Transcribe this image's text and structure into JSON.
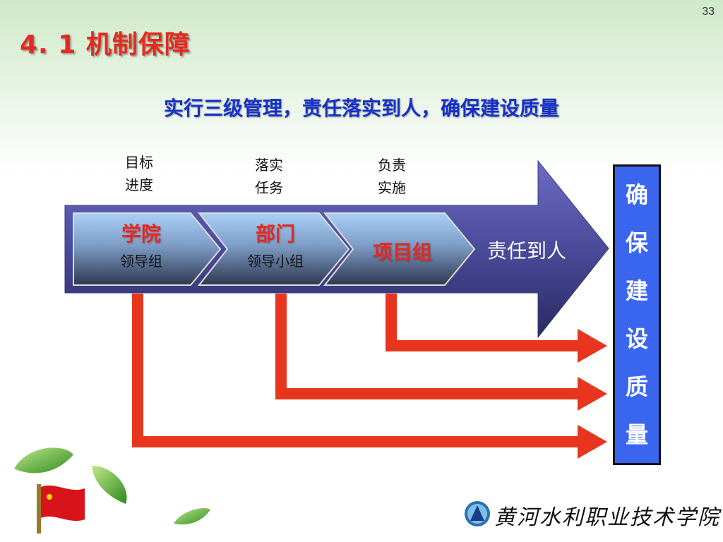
{
  "page_number": "33",
  "title": "4. 1  机制保障",
  "subtitle": "实行三级管理，责任落实到人，确保建设质量",
  "notes": [
    {
      "line1": "目标",
      "line2": "进度"
    },
    {
      "line1": "落实",
      "line2": "任务"
    },
    {
      "line1": "负责",
      "line2": "实施"
    }
  ],
  "boxes": [
    {
      "main": "学院",
      "sub": "领导组"
    },
    {
      "main": "部门",
      "sub": "领导小组"
    },
    {
      "main": "项目组",
      "sub": ""
    }
  ],
  "arrow_label": "责任到人",
  "right_box_chars": [
    "确",
    "保",
    "建",
    "设",
    "质",
    "量"
  ],
  "school_name": "黄河水利职业技术学院",
  "colors": {
    "title_red": "#e8281e",
    "subtitle_blue": "#1530c8",
    "big_arrow_purple": "#4a4a9a",
    "connector_red": "#e8361e",
    "right_box_blue": "#3a66ef"
  },
  "icons": [
    "leaf-icon",
    "chinese-flag-icon",
    "school-logo-icon"
  ]
}
